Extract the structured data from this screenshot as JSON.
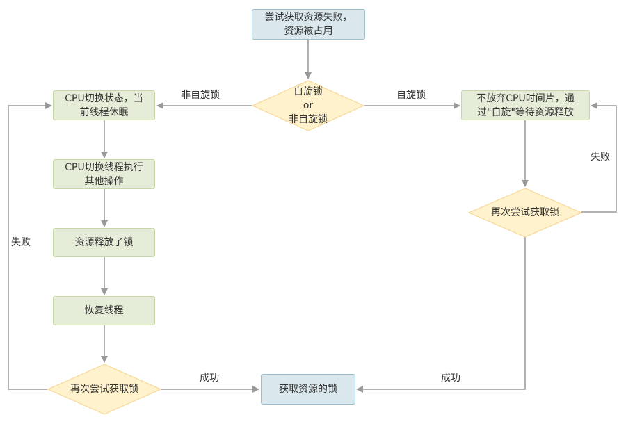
{
  "nodes": {
    "start": "尝试获取资源失败，\n资源被占用",
    "decision": "自旋锁\nor\n非自旋锁",
    "cpu_switch_state": "CPU切换状态，当\n前线程休眠",
    "cpu_switch_thread": "CPU切换线程执行\n其他操作",
    "resource_released": "资源释放了锁",
    "resume_thread": "恢复线程",
    "retry_left": "再次尝试获取锁",
    "acquire_lock": "获取资源的锁",
    "spin_wait": "不放弃CPU时间片，通\n过\"自旋\"等待资源释放",
    "retry_right": "再次尝试获取锁"
  },
  "edge_labels": {
    "non_spin": "非自旋锁",
    "spin": "自旋锁",
    "fail_left": "失败",
    "fail_right": "失败",
    "success_left": "成功",
    "success_right": "成功"
  },
  "colors": {
    "blue_fill": "#dae8ed",
    "blue_stroke": "#99bfcc",
    "green_fill": "#e5ecd7",
    "green_stroke": "#c7d7a7",
    "diamond_fill": "#fff2cc",
    "diamond_stroke": "#f5d48c",
    "edge": "#999999"
  }
}
